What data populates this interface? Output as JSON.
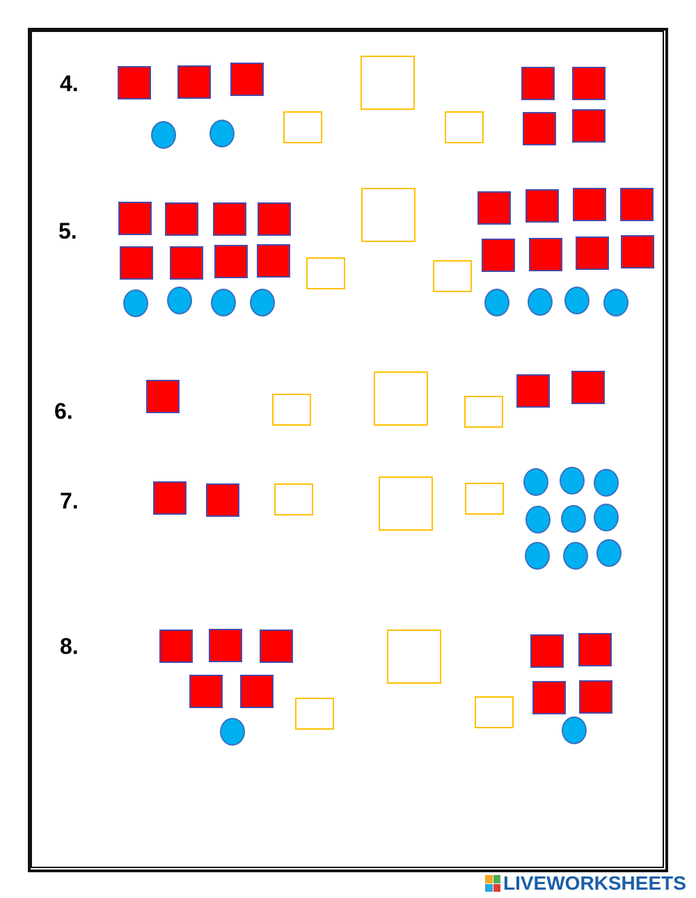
{
  "worksheet": {
    "problems": [
      {
        "number": "4."
      },
      {
        "number": "5."
      },
      {
        "number": "6."
      },
      {
        "number": "7."
      },
      {
        "number": "8."
      }
    ]
  },
  "colors": {
    "square": "#ff0000",
    "circle": "#00b0f0",
    "answer_box": "#ffc000",
    "frame": "#111111",
    "brand": "#1a5ea8"
  },
  "footer": {
    "brand": "LIVEWORKSHEETS",
    "logo_icon": "liveworksheets-logo-icon"
  }
}
